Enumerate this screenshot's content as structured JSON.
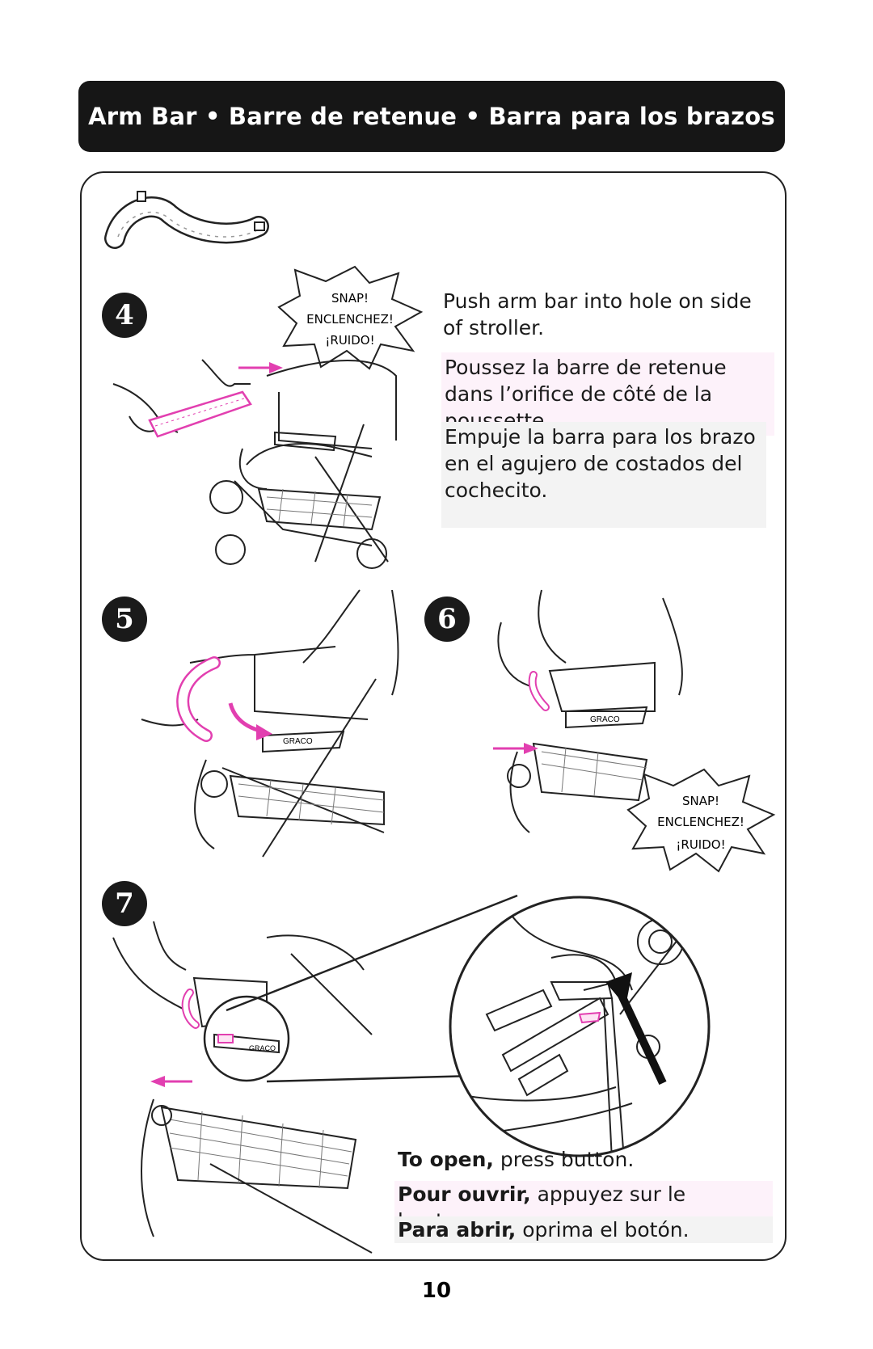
{
  "header": {
    "title": "Arm Bar • Barre de retenue • Barra para los brazos"
  },
  "steps": [
    {
      "number": "4",
      "snap": [
        "SNAP!",
        "ENCLENCHEZ!",
        "¡RUIDO!"
      ],
      "en": "Push arm bar into hole on side of stroller.",
      "fr": "Poussez la barre de retenue dans l’orifice de côté de la poussette.",
      "es": "Empuje la barra para los brazo en el agujero de costados del cochecito."
    },
    {
      "number": "5"
    },
    {
      "number": "6",
      "snap": [
        "SNAP!",
        "ENCLENCHEZ!",
        "¡RUIDO!"
      ]
    },
    {
      "number": "7",
      "en_bold": "To open,",
      "en": " press button.",
      "fr_bold": "Pour ouvrir,",
      "fr": " appuyez sur le bouton.",
      "es_bold": "Para abrir,",
      "es": " oprima el botón."
    }
  ],
  "brand_label": "GRACO",
  "colors": {
    "accent": "#e23fb0",
    "dark": "#161616"
  },
  "page_number": "10"
}
